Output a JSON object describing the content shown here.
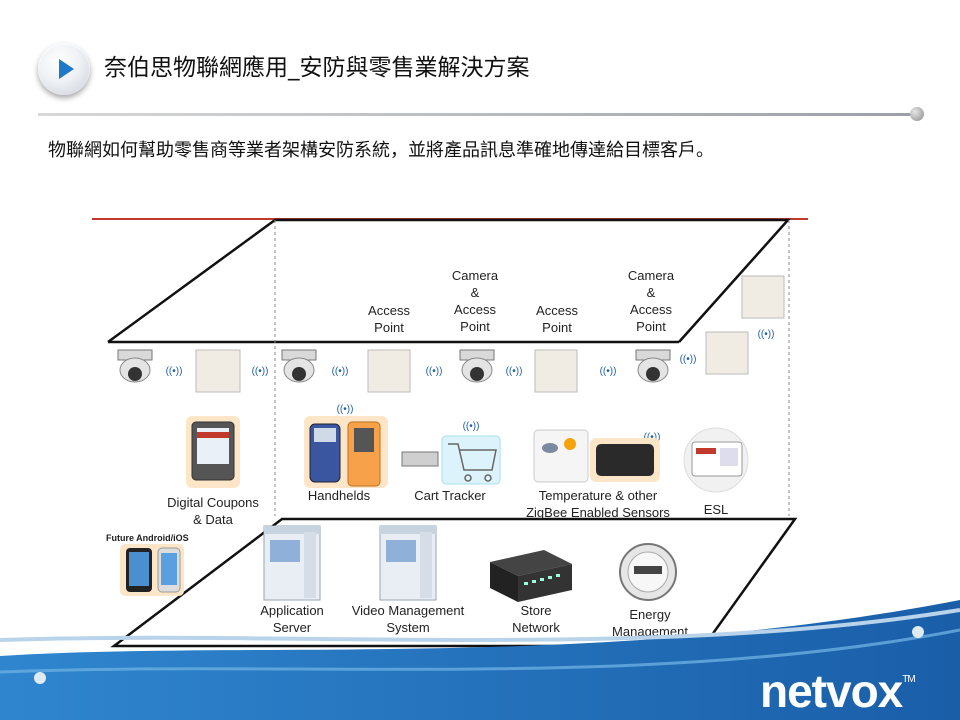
{
  "header": {
    "title": "奈伯思物聯網應用_安防與零售業解決方案"
  },
  "subtitle": "物聯網如何幫助零售商等業者架構安防系統，並將產品訊息準確地傳達給目標客戶。",
  "diagram": {
    "top_labels": [
      {
        "id": "ap1",
        "text": "Access\nPoint"
      },
      {
        "id": "cam_ap1",
        "text": "Camera\n&\nAccess\nPoint"
      },
      {
        "id": "ap2",
        "text": "Access\nPoint"
      },
      {
        "id": "cam_ap2",
        "text": "Camera\n&\nAccess\nPoint"
      }
    ],
    "device_labels": {
      "coupons": "Digital Coupons\n& Data",
      "handhelds": "Handhelds",
      "cart": "Cart Tracker",
      "sensors": "Temperature & other\nZigBee Enabled Sensors",
      "esl": "ESL",
      "android": "Future Android/iOS"
    },
    "bottom_labels": {
      "app_server": "Application\nServer",
      "vms": "Video Management\nSystem",
      "store_net": "Store\nNetwork",
      "energy": "Energy\nManagement"
    },
    "wireless_symbol": "((•))"
  },
  "brand": {
    "logo": "netvox",
    "trademark": "TM",
    "accent": "#1f78c8",
    "footer_blue": "#1a6fb8"
  }
}
